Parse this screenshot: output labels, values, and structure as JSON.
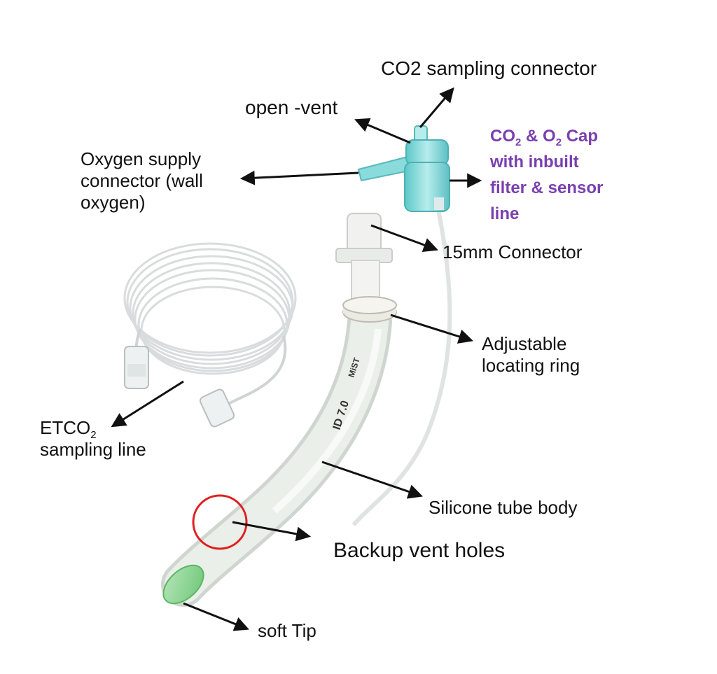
{
  "labels": {
    "co2_sampling_connector": "CO2 sampling connector",
    "open_vent": "open -vent",
    "oxygen_supply": [
      "Oxygen supply",
      "connector (wall",
      "oxygen)"
    ],
    "cap": {
      "line1": {
        "a": "CO",
        "a_sub": "2",
        "b": " & O",
        "b_sub": "2",
        "c": " Cap"
      },
      "line2": "with inbuilt",
      "line3": "filter & sensor",
      "line4": "line"
    },
    "connector_15mm": "15mm Connector",
    "adjustable_ring": [
      "Adjustable",
      "locating ring"
    ],
    "etco2": {
      "main": "ETCO",
      "sub": "2",
      "line2": "sampling line"
    },
    "silicone_body": "Silicone tube body",
    "backup_vent": "Backup vent holes",
    "soft_tip": "soft Tip"
  },
  "tube_markings": {
    "brand": "MiST",
    "size": "ID 7.0"
  },
  "colors": {
    "cap_text": "#7a3fb0",
    "arrow": "#111111",
    "highlight_circle": "#e02020",
    "cap_body": "#7fd6d6",
    "soft_tip": "#9fd9a4",
    "tube": "#e6ebe6"
  }
}
